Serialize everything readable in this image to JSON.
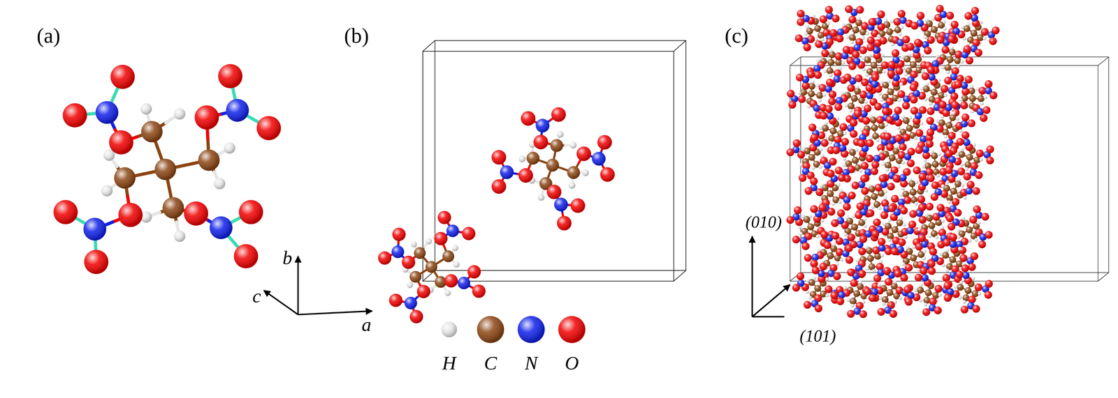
{
  "diagram": {
    "labels": [
      "(a)",
      "(b)",
      "(c)",
      "b",
      "c",
      "a",
      "(010)",
      "(101)"
    ],
    "legend": [
      {
        "text": "H",
        "color": "#e6e6e6"
      },
      {
        "text": "C",
        "color": "#8b4513"
      },
      {
        "text": "N",
        "color": "#1020e8"
      },
      {
        "text": "O",
        "color": "#f00000"
      }
    ]
  }
}
